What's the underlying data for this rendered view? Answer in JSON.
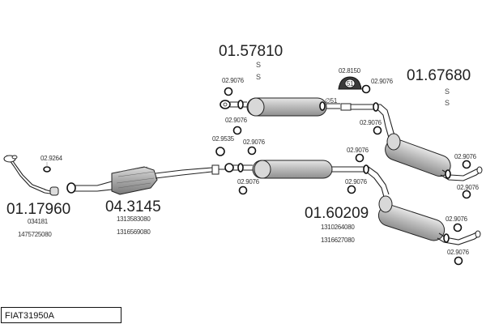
{
  "diagram_code": "FIAT31950A",
  "parts": {
    "front_pipe": {
      "number": "01.17960",
      "refs": [
        "034181",
        "1475725080"
      ]
    },
    "catalyst": {
      "number": "04.3145",
      "refs": [
        "1313583080",
        "1316569080"
      ]
    },
    "upper_center": {
      "number": "01.57810",
      "marks": [
        "S",
        "S"
      ]
    },
    "lower_center": {
      "number": "01.60209",
      "refs": [
        "1310264080",
        "1316627080"
      ]
    },
    "rear": {
      "number": "01.67680",
      "marks": [
        "S",
        "S"
      ]
    }
  },
  "accessories": {
    "gasket_front": "02.9264",
    "gasket_mid": "02.9535",
    "rubber_mount": "02.8150",
    "clamp": "02.9076",
    "hanger_label": "51"
  },
  "colors": {
    "line": "#222222",
    "part_fill": "#bfbfbf",
    "background": "#ffffff"
  }
}
